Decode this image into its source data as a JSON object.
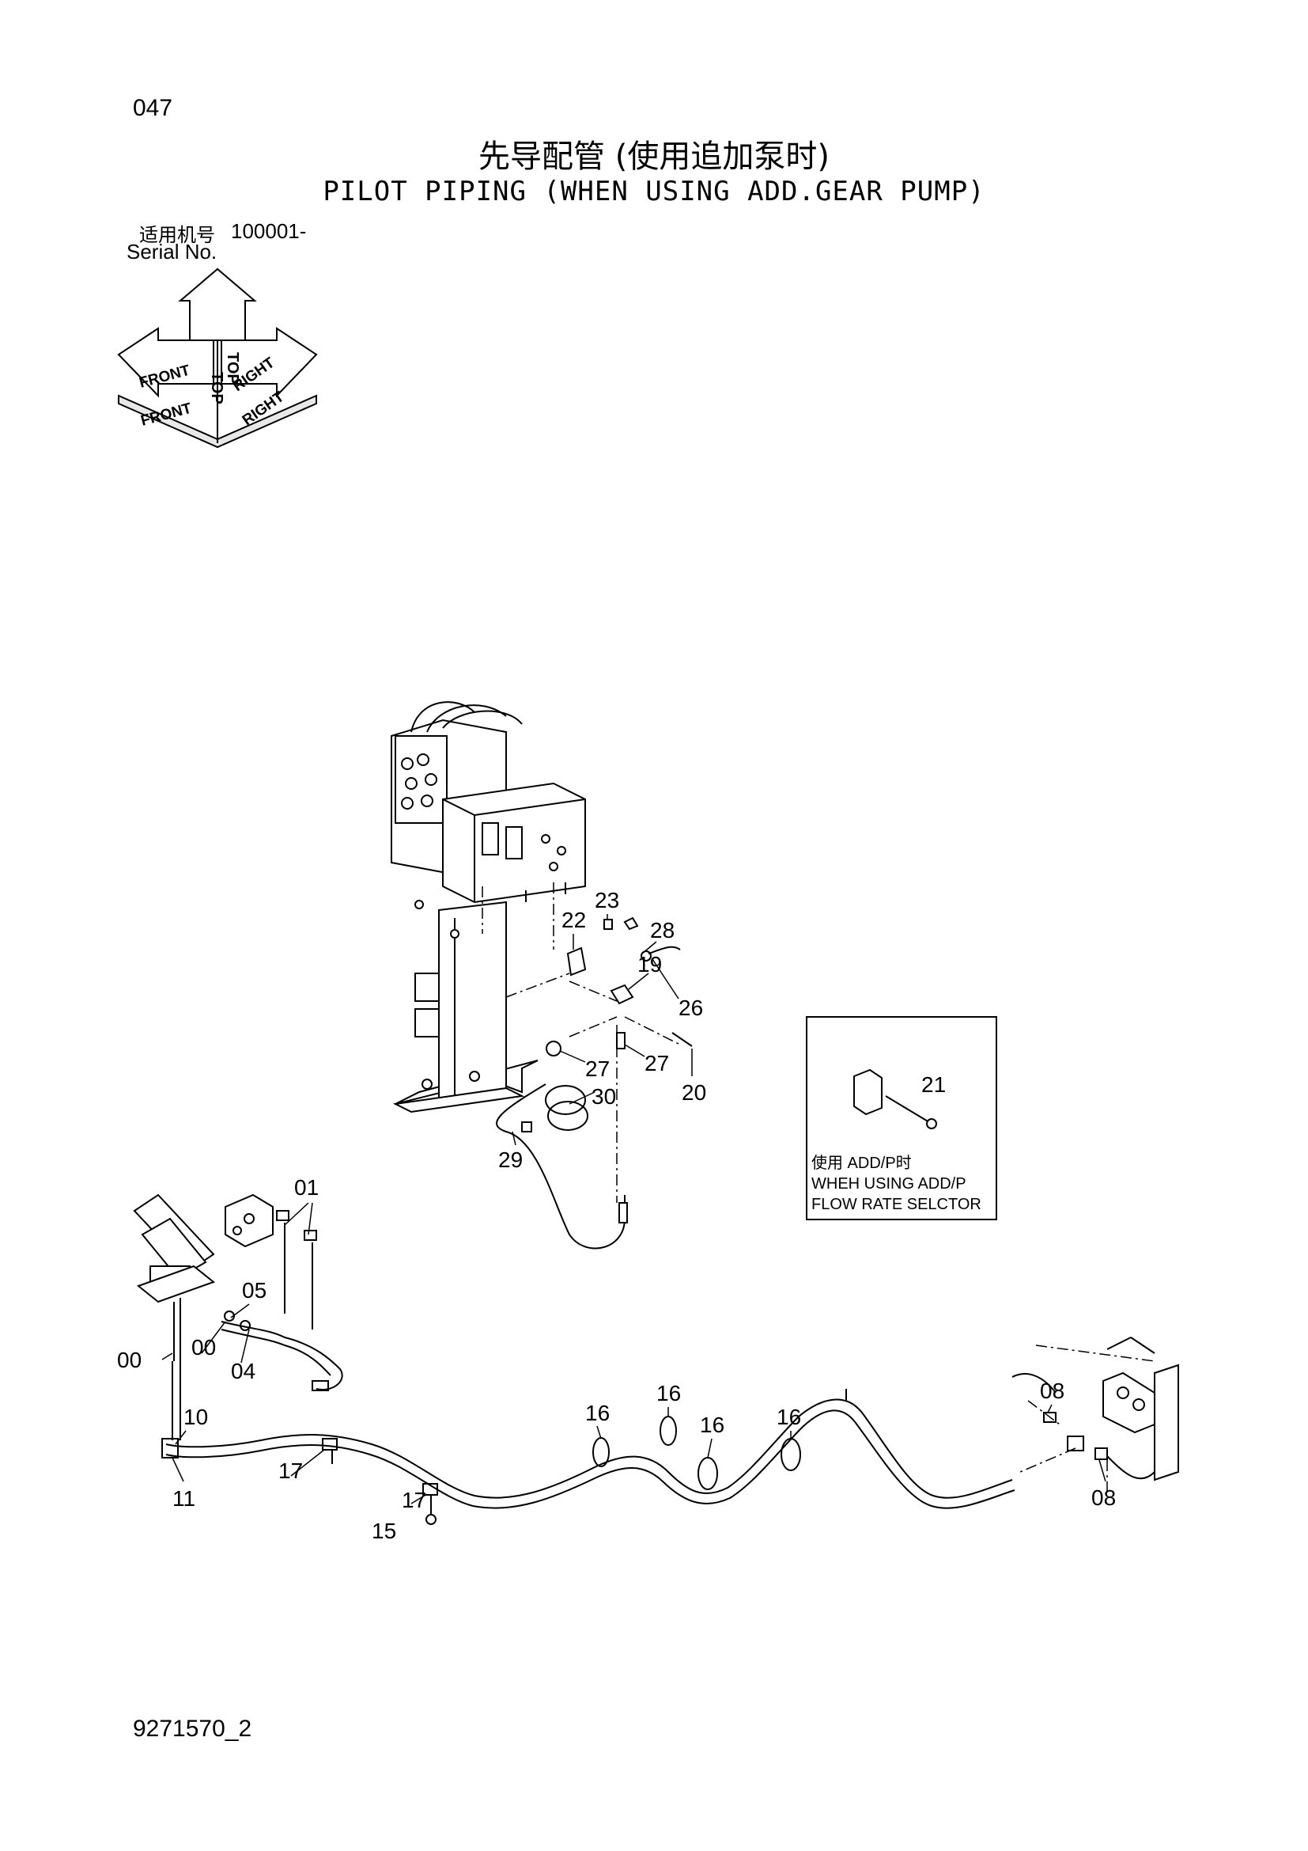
{
  "page": {
    "page_number": "047",
    "title_cn": "先导配管 (使用追加泵时)",
    "title_en": "PILOT PIPING (WHEN USING ADD.GEAR PUMP)",
    "serial_label_cn": "适用机号",
    "serial_range": "100001-",
    "serial_label_en": "Serial No.",
    "doc_number": "9271570_2"
  },
  "orientation_badge": {
    "top": "TOP",
    "front": "FRONT",
    "right": "RIGHT"
  },
  "inset": {
    "part_number": "21",
    "line1": "使用 ADD/P时",
    "line2": "WHEH USING ADD/P",
    "line3": "FLOW RATE SELCTOR"
  },
  "callouts": {
    "c01": "01",
    "c05": "05",
    "c00a": "00",
    "c00b": "00",
    "c04": "04",
    "c10": "10",
    "c11": "11",
    "c17a": "17",
    "c17b": "17",
    "c15": "15",
    "c16a": "16",
    "c16b": "16",
    "c16c": "16",
    "c16d": "16",
    "c08a": "08",
    "c08b": "08",
    "c22": "22",
    "c23": "23",
    "c28": "28",
    "c19": "19",
    "c26": "26",
    "c27a": "27",
    "c27b": "27",
    "c20": "20",
    "c30": "30",
    "c29": "29"
  }
}
